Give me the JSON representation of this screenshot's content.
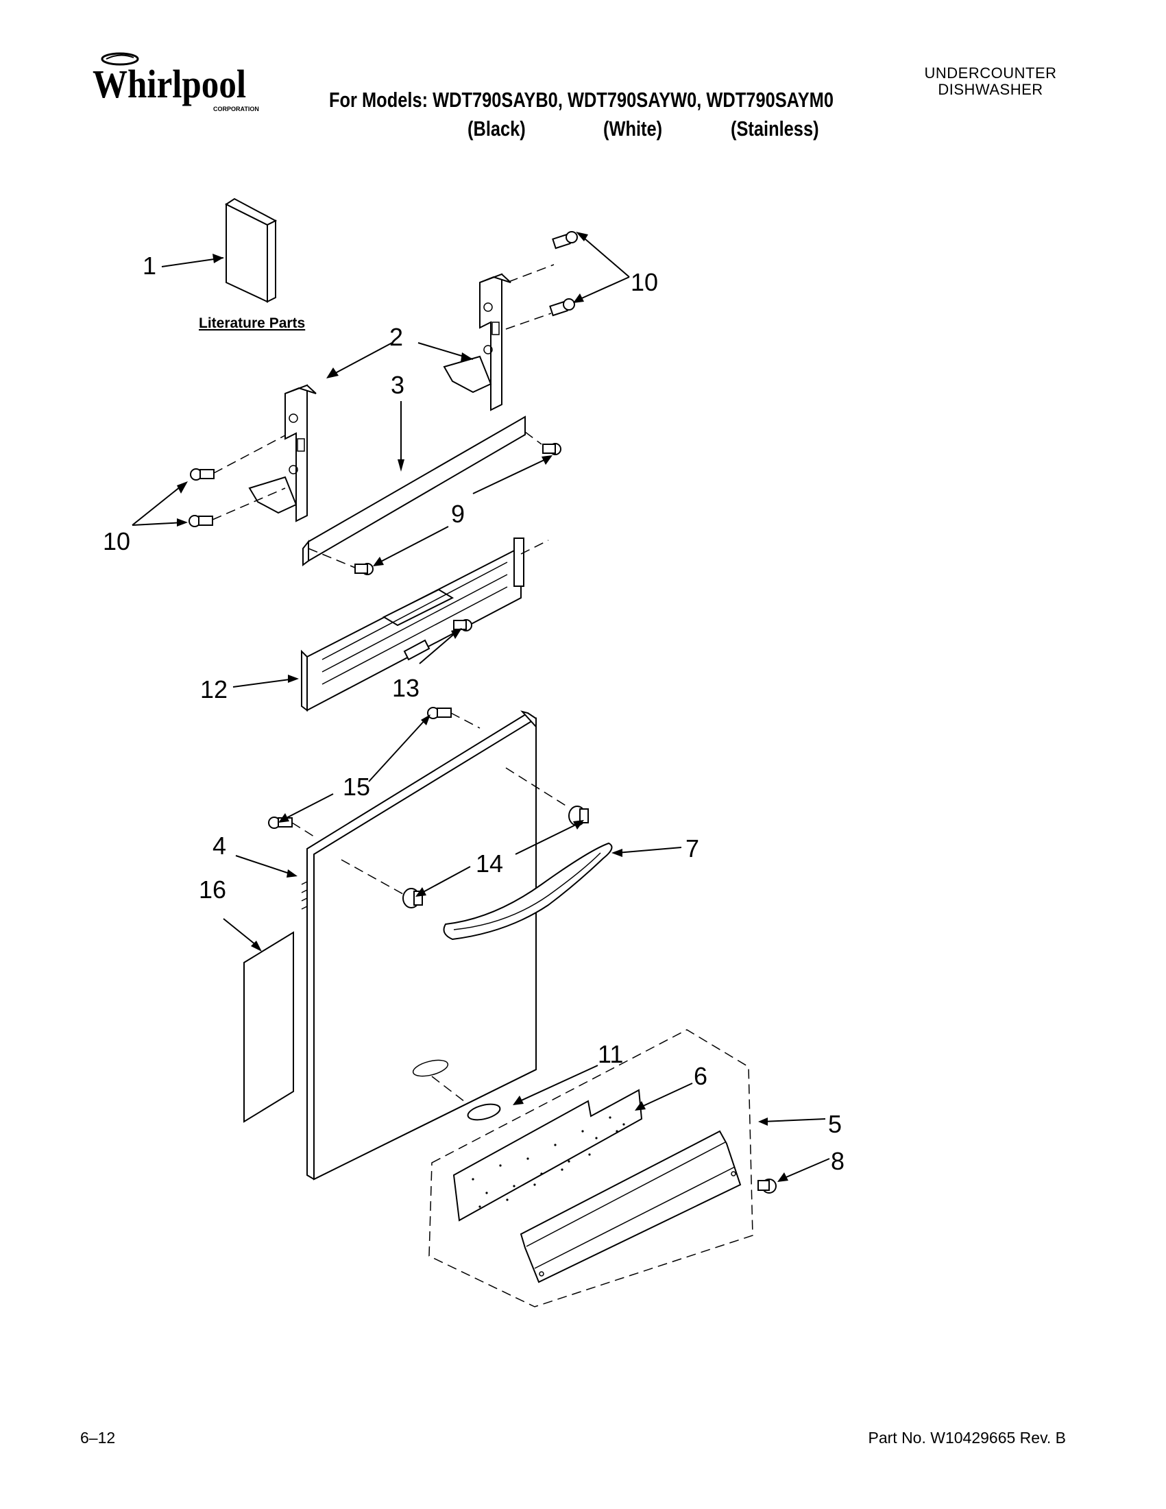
{
  "brand": {
    "logo_text": "Whirlpool",
    "logo_subtext": "CORPORATION"
  },
  "header": {
    "models_line": "For Models: WDT790SAYB0, WDT790SAYW0, WDT790SAYM0",
    "variants": [
      "(Black)",
      "(White)",
      "(Stainless)"
    ],
    "category_line1": "UNDERCOUNTER",
    "category_line2": "DISHWASHER"
  },
  "diagram": {
    "literature_label": "Literature Parts",
    "callouts": [
      "1",
      "2",
      "3",
      "4",
      "5",
      "6",
      "7",
      "8",
      "9",
      "10",
      "10",
      "11",
      "12",
      "13",
      "14",
      "15",
      "16"
    ]
  },
  "footer": {
    "page": "6–12",
    "part_no": "Part No. W10429665 Rev. B"
  }
}
